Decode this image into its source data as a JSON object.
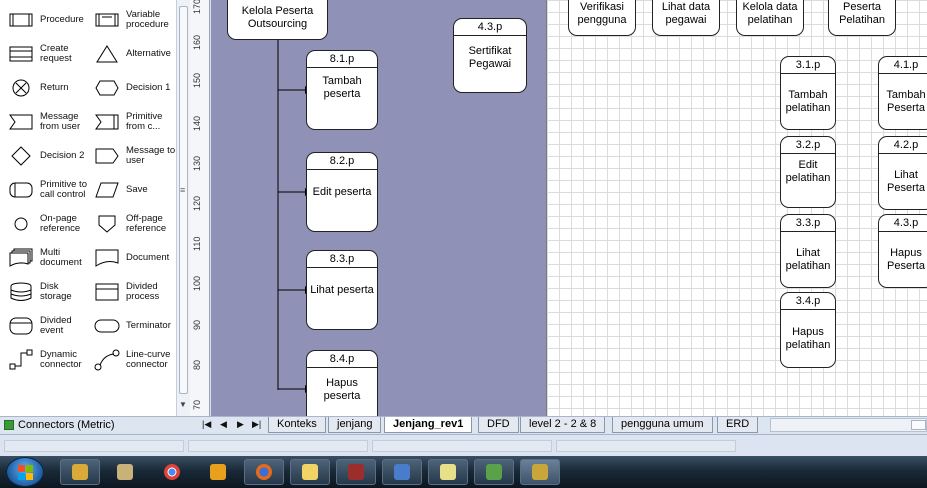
{
  "shapes_panel": {
    "items": [
      {
        "label": "Procedure",
        "icon": "procedure-icon"
      },
      {
        "label": "Variable procedure",
        "icon": "variable-procedure-icon"
      },
      {
        "label": "Create request",
        "icon": "create-request-icon"
      },
      {
        "label": "Alternative",
        "icon": "alternative-icon"
      },
      {
        "label": "Return",
        "icon": "return-icon"
      },
      {
        "label": "Decision 1",
        "icon": "decision-1-icon"
      },
      {
        "label": "Message from user",
        "icon": "message-from-user-icon"
      },
      {
        "label": "Primitive from c...",
        "icon": "primitive-from-icon"
      },
      {
        "label": "Decision 2",
        "icon": "decision-2-icon"
      },
      {
        "label": "Message to user",
        "icon": "message-to-user-icon"
      },
      {
        "label": "Primitive to call control",
        "icon": "primitive-to-call-control-icon"
      },
      {
        "label": "Save",
        "icon": "save-icon"
      },
      {
        "label": "On-page reference",
        "icon": "on-page-reference-icon"
      },
      {
        "label": "Off-page reference",
        "icon": "off-page-reference-icon"
      },
      {
        "label": "Multi document",
        "icon": "multi-document-icon"
      },
      {
        "label": "Document",
        "icon": "document-icon"
      },
      {
        "label": "Disk storage",
        "icon": "disk-storage-icon"
      },
      {
        "label": "Divided process",
        "icon": "divided-process-icon"
      },
      {
        "label": "Divided event",
        "icon": "divided-event-icon"
      },
      {
        "label": "Terminator",
        "icon": "terminator-icon"
      },
      {
        "label": "Dynamic connector",
        "icon": "dynamic-connector-icon"
      },
      {
        "label": "Line-curve connector",
        "icon": "line-curve-connector-icon"
      }
    ],
    "stencil_title": "Connectors (Metric)"
  },
  "ruler": {
    "labels": [
      "170",
      "160",
      "150",
      "140",
      "130",
      "120",
      "110",
      "100",
      "90",
      "80",
      "70"
    ]
  },
  "diagram_left": {
    "parent": {
      "name": "Kelola Peserta Outsourcing"
    },
    "processes": [
      {
        "id": "8.1.p",
        "name": "Tambah peserta"
      },
      {
        "id": "8.2.p",
        "name": "Edit peserta"
      },
      {
        "id": "8.3.p",
        "name": "Lihat peserta"
      },
      {
        "id": "8.4.p",
        "name": "Hapus peserta"
      }
    ],
    "side": {
      "id": "4.3.p",
      "name": "Sertifikat Pegawai"
    }
  },
  "diagram_right": {
    "top_row": [
      {
        "name": "Verifikasi pengguna"
      },
      {
        "name": "Lihat data pegawai"
      },
      {
        "name": "Kelola data pelatihan"
      },
      {
        "name": "Peserta Pelatihan"
      }
    ],
    "col1": [
      {
        "id": "3.1.p",
        "name": "Tambah pelatihan"
      },
      {
        "id": "3.2.p",
        "name": "Edit pelatihan"
      },
      {
        "id": "3.3.p",
        "name": "Lihat pelatihan"
      },
      {
        "id": "3.4.p",
        "name": "Hapus pelatihan"
      }
    ],
    "col2": [
      {
        "id": "4.1.p",
        "name": "Tambah Peserta"
      },
      {
        "id": "4.2.p",
        "name": "Lihat Peserta"
      },
      {
        "id": "4.3.p",
        "name": "Hapus Peserta"
      }
    ]
  },
  "tabs": [
    {
      "label": "Konteks",
      "active": false
    },
    {
      "label": "jenjang",
      "active": false
    },
    {
      "label": "Jenjang_rev1",
      "active": true
    },
    {
      "label": "DFD",
      "active": false
    },
    {
      "label": "level 2 - 2 & 8",
      "active": false
    },
    {
      "label": "pengguna umum",
      "active": false
    },
    {
      "label": "ERD",
      "active": false
    }
  ],
  "taskbar_items": [
    "explorer-icon",
    "chrome-icon",
    "winamp-icon",
    "firefox-icon",
    "folders-icon",
    "media-icon",
    "outlook-icon",
    "notepad-icon",
    "network-icon",
    "visio-icon"
  ]
}
